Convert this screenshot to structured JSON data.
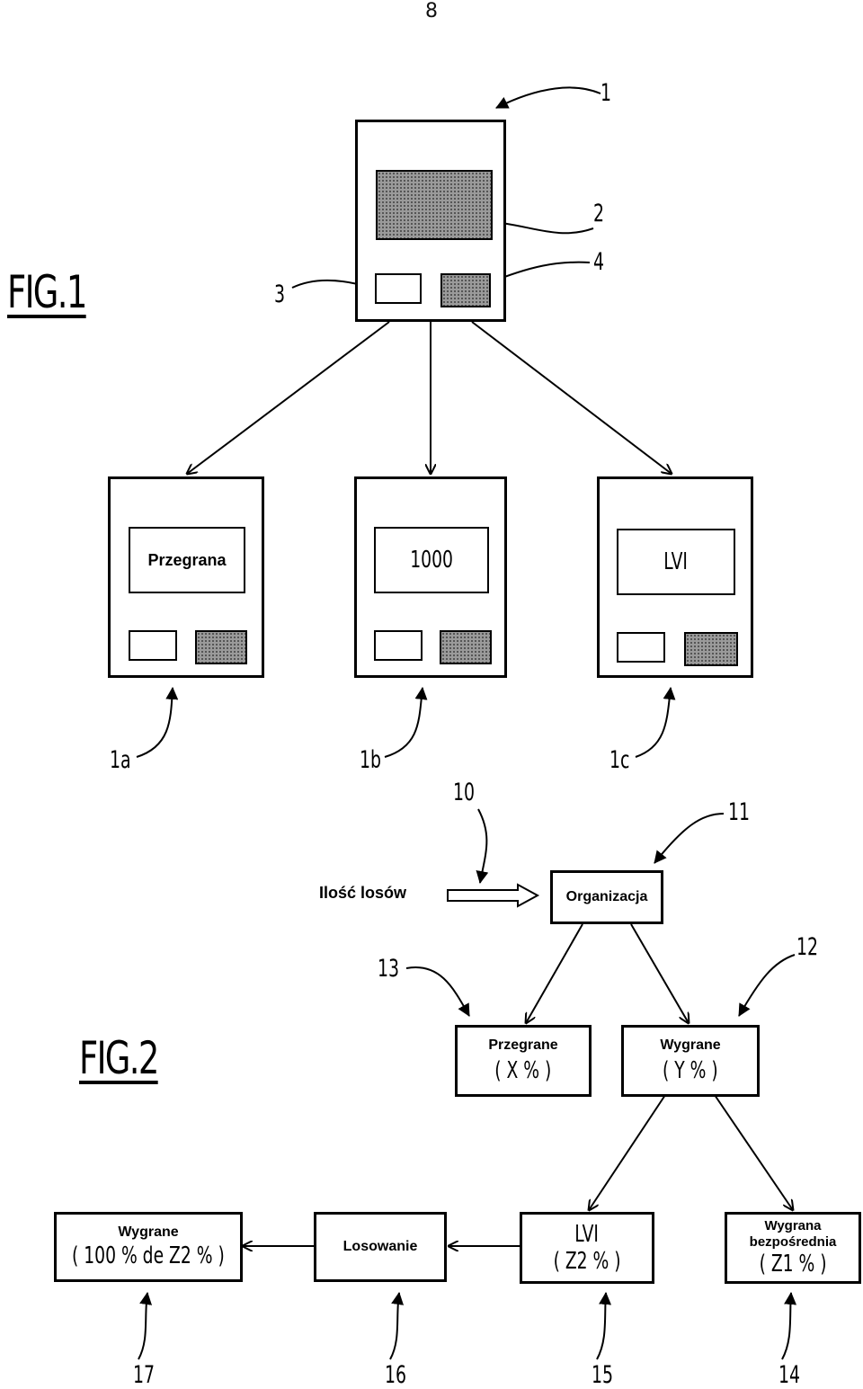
{
  "page_number": "8",
  "fig1": {
    "title": "FIG.1",
    "refs": {
      "main": "1",
      "screen": "2",
      "left_button": "3",
      "right_button": "4",
      "a": "1a",
      "b": "1b",
      "c": "1c"
    },
    "screens": {
      "a": "Przegrana",
      "b": "1000",
      "c": "LVI"
    }
  },
  "fig2": {
    "title": "FIG.2",
    "input_label": "Ilość losów",
    "refs": {
      "r10": "10",
      "r11": "11",
      "r12": "12",
      "r13": "13",
      "r14": "14",
      "r15": "15",
      "r16": "16",
      "r17": "17"
    },
    "organizacja": "Organizacja",
    "przegrane": {
      "label": "Przegrane",
      "value": "( X % )"
    },
    "wygrane": {
      "label": "Wygrane",
      "value": "( Y % )"
    },
    "lvi": {
      "label": "LVI",
      "value": "( Z2 % )"
    },
    "wygrana_bezp": {
      "line1": "Wygrana",
      "line2": "bezpośrednia",
      "value": "( Z1 % )"
    },
    "losowanie": "Losowanie",
    "wygrane_final": {
      "label": "Wygrane",
      "value": "( 100 % de Z2 % )"
    }
  }
}
